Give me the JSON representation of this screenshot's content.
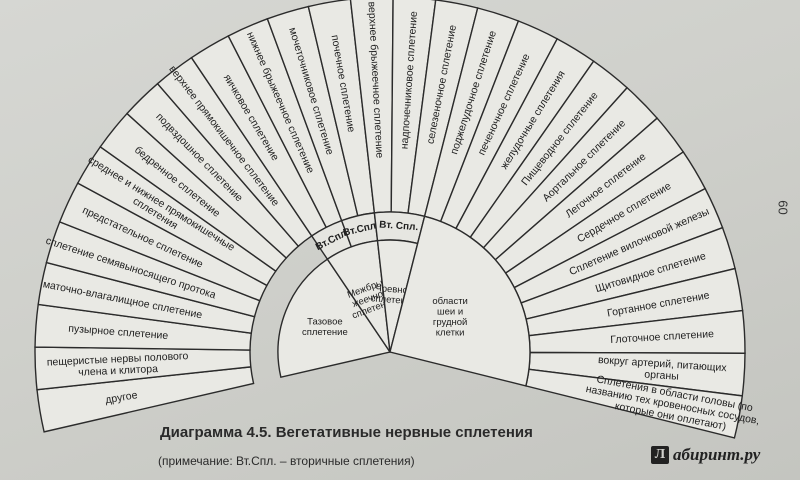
{
  "caption": "Диаграмма 4.5. Вегетативные нервные сплетения",
  "note": "(примечание: Вт.Спл. – вторичные сплетения)",
  "page_number": "60",
  "logo": {
    "mark": "Л",
    "text": "абиринт.ру"
  },
  "outer_segments": [
    "другое",
    "пещеристые нервы полового\nчлена и клитора",
    "пузырное сплетение",
    "маточно-влагалищное сплетение",
    "сплетение семявыносящего протока",
    "предстательное сплетение",
    "среднее и нижнее прямокишечные\nсплетения",
    "бедренное сплетение",
    "подвздошное сплетение",
    "верхнее прямокишечное сплетение",
    "яичковое сплетение",
    "нижнее брыжеечное сплетение",
    "мочеточниковое сплетение",
    "почечное сплетение",
    "верхнее брыжеечное сплетение",
    "надпочечниковое сплетение",
    "селезеночное сплетение",
    "поджелудочное сплетение",
    "печеночное сплетение",
    "желудочные сплетения",
    "Пищеводное сплетение",
    "Аортальное сплетение",
    "Легочное сплетение",
    "Сердечное сплетение",
    "Сплетение вилочковой железы",
    "Щитовидное сплетение",
    "Гортанное сплетение",
    "Глоточное сплетение",
    "вокруг артерий, питающих\nорганы",
    "Сплетения в области головы (по\nназванию тех кровеносных сосудов,\nкоторые они оплетают)"
  ],
  "secondary_labels": [
    "Вт.Спл.",
    "Вт.Спл.",
    "Вт. Спл."
  ],
  "inner_groups": [
    "Тазовое\nсплетение",
    "Межбры-\nжеечное\nсплетение",
    "Чревное\nсплетение",
    "области\nшеи и\nгрудной\nклетки"
  ]
}
